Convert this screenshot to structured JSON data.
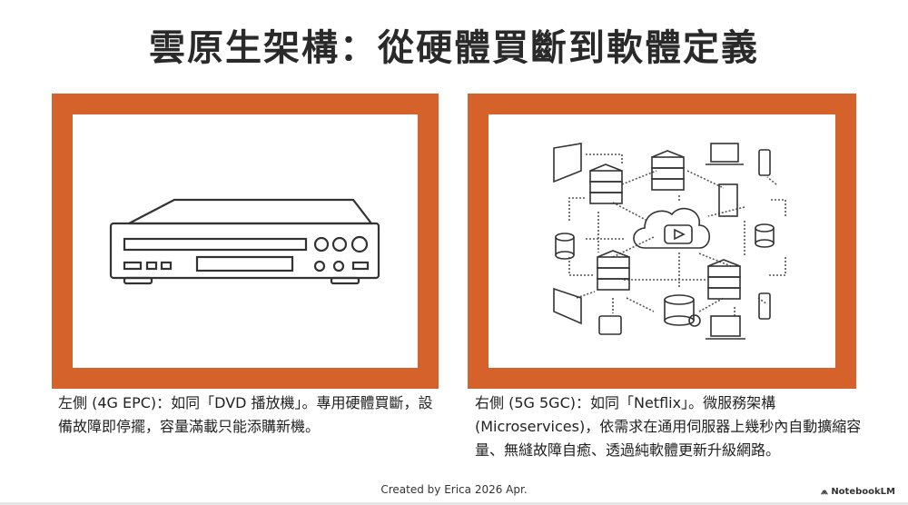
{
  "title": "雲原生架構：從硬體買斷到軟體定義",
  "left": {
    "illustration": "dvd-player-icon",
    "description": "左側 (4G EPC)：如同「DVD 播放機」。專用硬體買斷，設備故障即停擺，容量滿載只能添購新機。"
  },
  "right": {
    "illustration": "microservices-network-icon",
    "description": "右側 (5G 5GC)：如同「Netflix」。微服務架構 (Microservices)，依需求在通用伺服器上幾秒內自動擴縮容量、無縫故障自癒、透過純軟體更新升級網路。"
  },
  "footer": "Created by Erica 2026 Apr.",
  "brand": "NotebookLM",
  "colors": {
    "frame": "#d4622a",
    "text": "#222222"
  }
}
